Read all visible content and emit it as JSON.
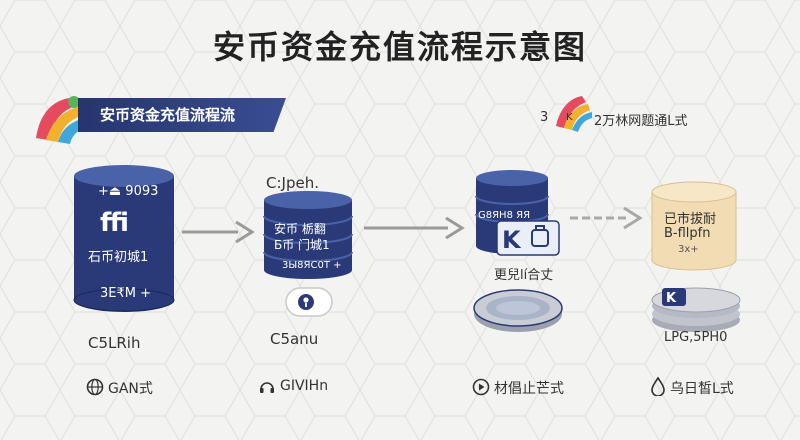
{
  "title": "安币资金充值流程示意图",
  "banner": {
    "label": "安币资金充值流程流"
  },
  "top_right": {
    "prefix": "3",
    "text": "2万林网题通L式"
  },
  "colors": {
    "navy": "#2a3a78",
    "navy_light": "#4a62a8",
    "cream": "#f2dcb4",
    "gray": "#b6bac4"
  },
  "stages": [
    {
      "top_line": "+⏏  9093",
      "glyph": "ffi",
      "mid_line": "石币初城1",
      "bottom_line": "3E₹M +",
      "caption": "C5LRih",
      "step_icon": "globe-icon",
      "step_label": "GAN式"
    },
    {
      "heading": "C:Jpeh.",
      "line1": "安币 栃翻",
      "line2": "Б币 门城1",
      "line3": "3Ы8ЯС0Т +",
      "badge_icon": "location-pin-icon",
      "caption": "C5anu",
      "step_icon": "headset-icon",
      "step_label": "GIVIHn"
    },
    {
      "line1": "G8ЯH8 ЯЯ",
      "badge_icon": "k-icon",
      "sub_label": "更兒lí合丈",
      "step_icon": "play-icon",
      "step_label": "材倡止芒式"
    },
    {
      "line1": "已市拔耐",
      "line2": "B-fllpfn",
      "line3": "3x+",
      "caption": "LPG,5PH0",
      "step_icon": "drop-icon",
      "step_label": "乌日皙L式"
    }
  ]
}
